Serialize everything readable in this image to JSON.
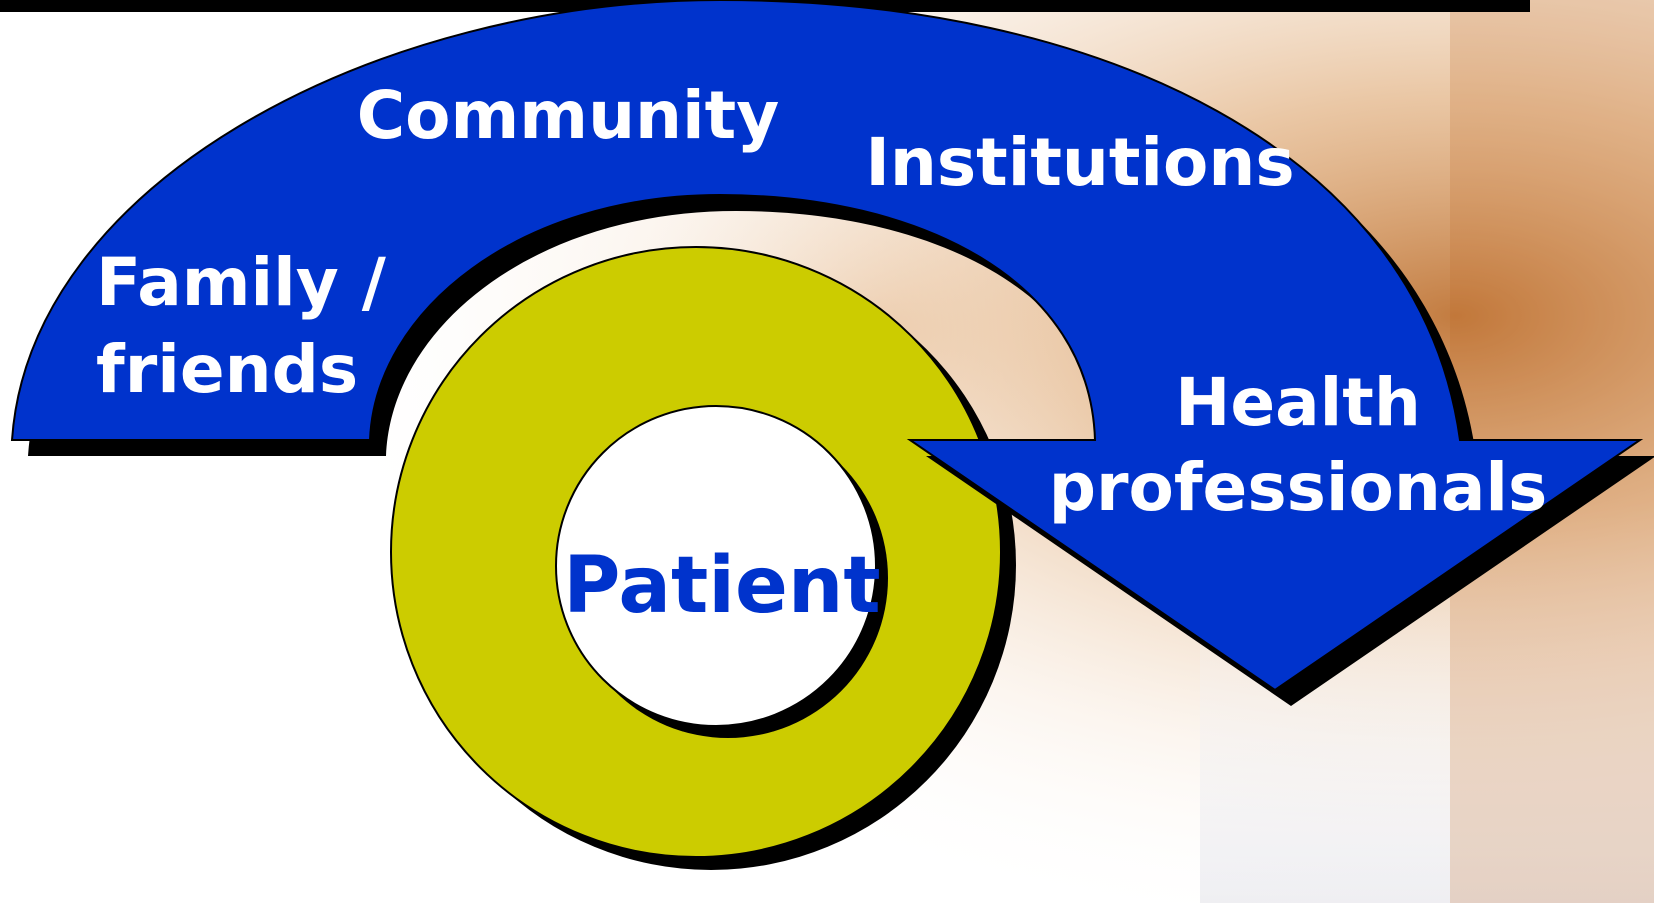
{
  "diagram": {
    "labels": {
      "community": "Community",
      "institutions": "Institutions",
      "family_line1": "Family /",
      "family_line2": "friends",
      "health_line1": "Health",
      "health_line2": "professionals",
      "patient": "Patient"
    },
    "colors": {
      "arrow_fill": "#0033cc",
      "ring_fill": "#cccc00",
      "center_fill": "#ffffff",
      "patient_text": "#0033cc",
      "arrow_text": "#ffffff",
      "shadow": "#000000",
      "top_bar": "#000000",
      "photo_tint": "#c8702e"
    }
  }
}
